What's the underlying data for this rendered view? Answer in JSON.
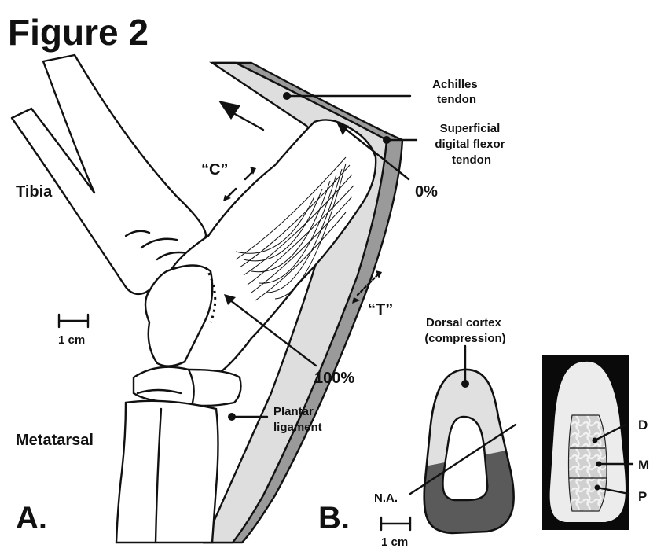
{
  "figure_title": "Figure 2",
  "panels": {
    "a": "A.",
    "b": "B."
  },
  "labels": {
    "achilles": [
      "Achilles",
      "tendon"
    ],
    "sdft": [
      "Superficial",
      "digital flexor",
      "tendon"
    ],
    "tibia": "Tibia",
    "metatarsal": "Metatarsal",
    "plantar": [
      "Plantar",
      "ligament"
    ],
    "compression_marker": "“C”",
    "tension_marker": "“T”",
    "pct_0": "0%",
    "pct_100": "100%",
    "dorsal": [
      "Dorsal cortex",
      "(compression)"
    ],
    "neutral_axis": "N.A.",
    "scale_a": "1 cm",
    "scale_b": "1 cm",
    "region_d": "D",
    "region_m": "M",
    "region_p": "P"
  },
  "colors": {
    "tendon_light": "#dedede",
    "tendon_dark": "#9a9a9a",
    "cortex_dark": "#5a5a5a",
    "radiograph_bg": "#0a0a0a"
  }
}
